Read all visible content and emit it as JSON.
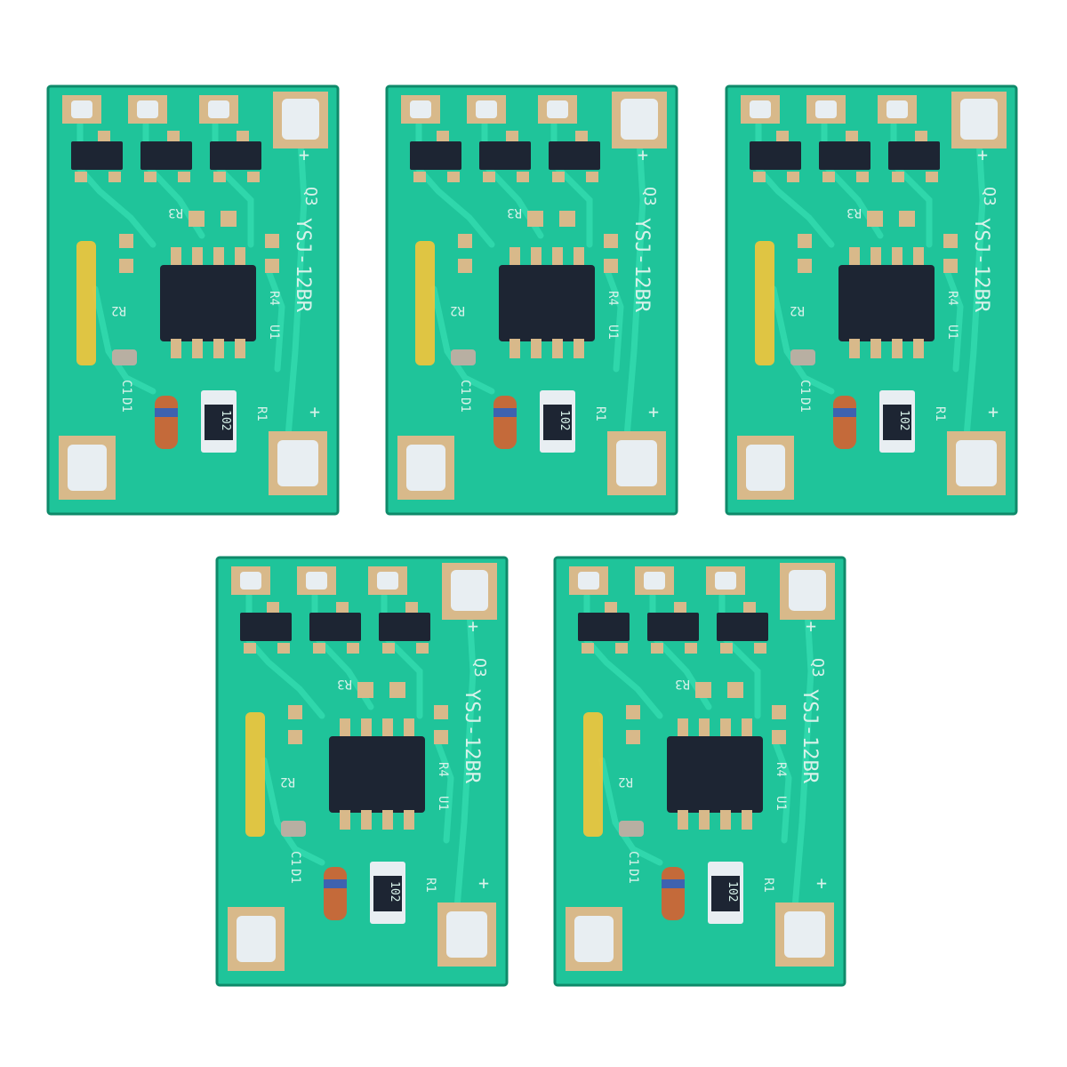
{
  "colors": {
    "background": "#ffffff",
    "pcb": "#1fc49a",
    "pcb_edge": "#0f8a6a",
    "trace": "#2fd8ab",
    "silk": "#d8f2ea",
    "pad_gold": "#d8b98a",
    "pad_silver": "#e8eef2",
    "chip": "#1d2533",
    "yellow_tag": "#f4c53a"
  },
  "boards": [
    {
      "label": "YSJ-12BR",
      "resistor_code": "102",
      "plus1": "+",
      "plus2": "+",
      "q": "Q3",
      "r1": "R1",
      "r2": "R2",
      "r3": "R3",
      "r4": "R4",
      "u": "U1",
      "d": "D1",
      "c": "C1"
    },
    {
      "label": "YSJ-12BR",
      "resistor_code": "102",
      "plus1": "+",
      "plus2": "+",
      "q": "Q3",
      "r1": "R1",
      "r2": "R2",
      "r3": "R3",
      "r4": "R4",
      "u": "U1",
      "d": "D1",
      "c": "C1"
    },
    {
      "label": "YSJ-12BR",
      "resistor_code": "102",
      "plus1": "+",
      "plus2": "+",
      "q": "Q3",
      "r1": "R1",
      "r2": "R2",
      "r3": "R3",
      "r4": "R4",
      "u": "U1",
      "d": "D1",
      "c": "C1"
    },
    {
      "label": "YSJ-12BR",
      "resistor_code": "102",
      "plus1": "+",
      "plus2": "+",
      "q": "Q3",
      "r1": "R1",
      "r2": "R2",
      "r3": "R3",
      "r4": "R4",
      "u": "U1",
      "d": "D1",
      "c": "C1"
    },
    {
      "label": "YSJ-12BR",
      "resistor_code": "102",
      "plus1": "+",
      "plus2": "+",
      "q": "Q3",
      "r1": "R1",
      "r2": "R2",
      "r3": "R3",
      "r4": "R4",
      "u": "U1",
      "d": "D1",
      "c": "C1"
    }
  ]
}
